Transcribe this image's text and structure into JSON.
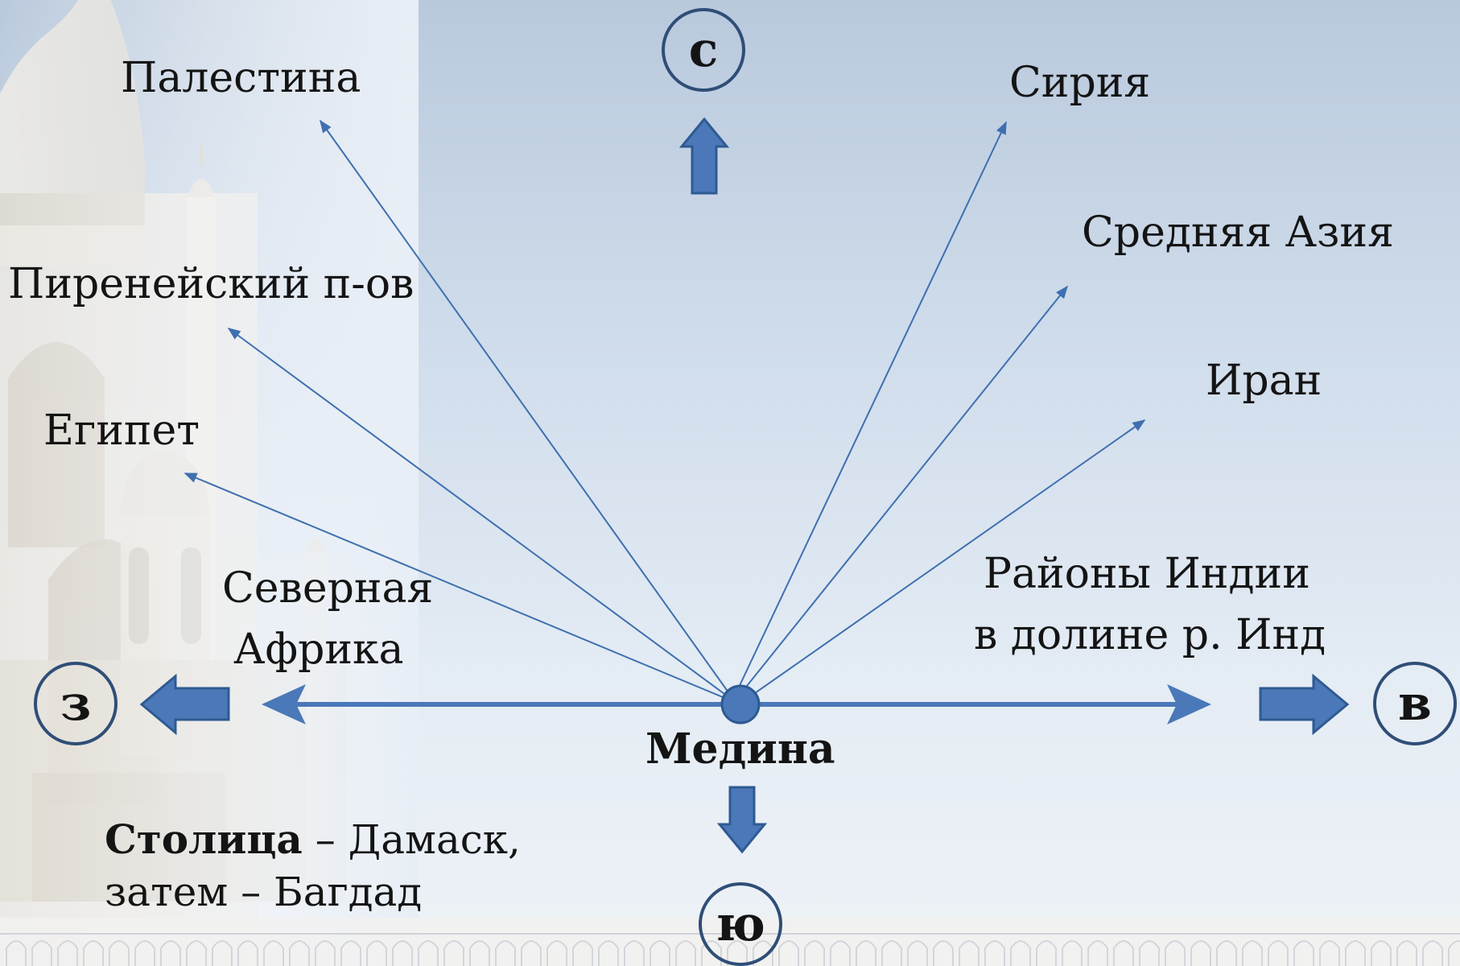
{
  "directions": {
    "north": "с",
    "south": "ю",
    "west": "з",
    "east": "в"
  },
  "center": {
    "label": "Медина"
  },
  "destinations": [
    {
      "id": "palestine",
      "label": "Палестина"
    },
    {
      "id": "syria",
      "label": "Сирия"
    },
    {
      "id": "central-asia",
      "label": "Средняя Азия"
    },
    {
      "id": "iberia",
      "label": "Пиренейский п-ов"
    },
    {
      "id": "iran",
      "label": "Иран"
    },
    {
      "id": "egypt",
      "label": "Египет"
    },
    {
      "id": "north-africa",
      "label_line1": "Северная",
      "label_line2": "Африка"
    },
    {
      "id": "india",
      "label_line1": "Районы Индии",
      "label_line2": "в долине р. Инд"
    }
  ],
  "capital": {
    "label": "Столица",
    "text1": " – Дамаск,",
    "text2": "затем – Багдад"
  },
  "colors": {
    "arrow": "#4a78b8",
    "arrow_dark": "#2f5a92",
    "circle_border": "#2f4e77"
  }
}
